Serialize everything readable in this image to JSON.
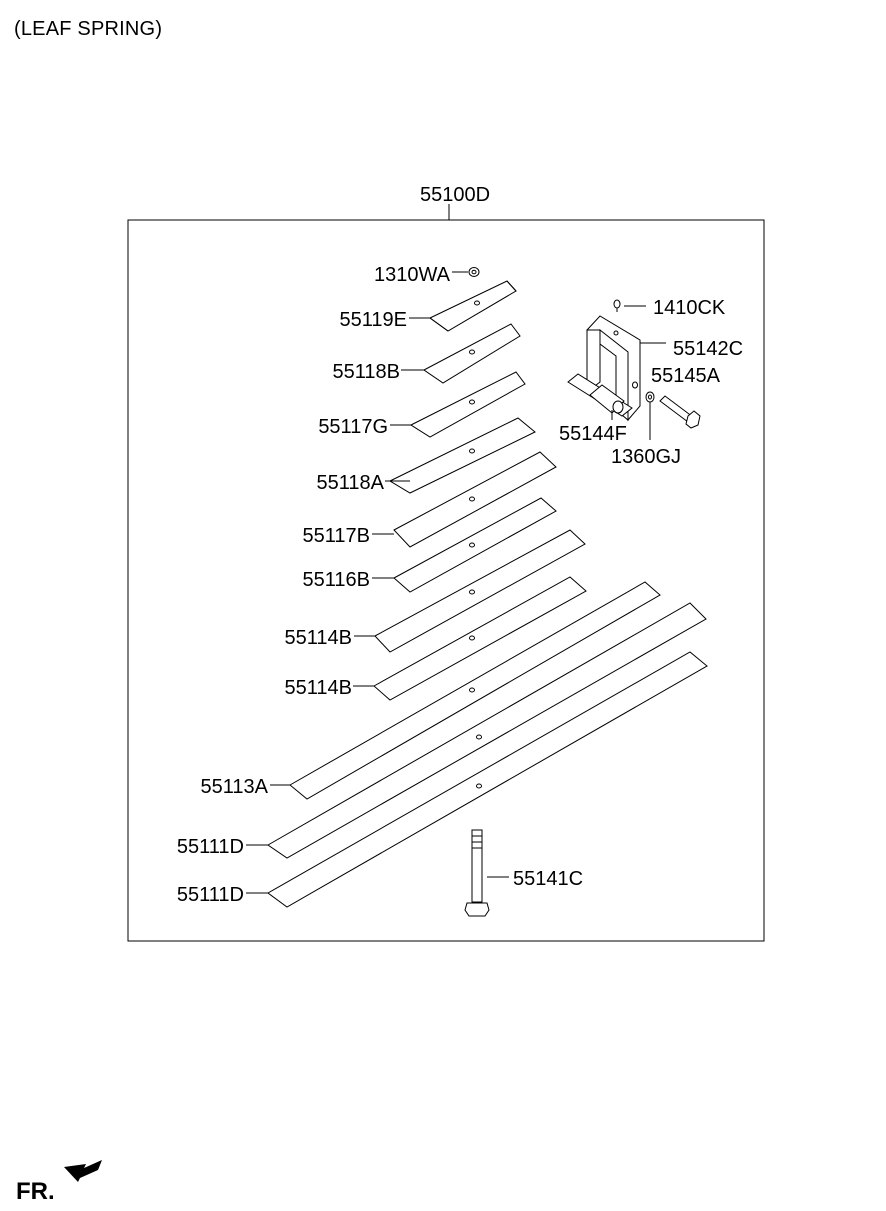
{
  "title": "(LEAF SPRING)",
  "assembly_label": "55100D",
  "direction_label": "FR.",
  "parts": [
    {
      "id": "1310WA"
    },
    {
      "id": "55119E"
    },
    {
      "id": "55118B"
    },
    {
      "id": "55117G"
    },
    {
      "id": "55118A"
    },
    {
      "id": "55117B"
    },
    {
      "id": "55116B"
    },
    {
      "id": "55114B"
    },
    {
      "id": "55114B"
    },
    {
      "id": "55113A"
    },
    {
      "id": "55111D"
    },
    {
      "id": "55111D"
    },
    {
      "id": "55141C"
    },
    {
      "id": "1410CK"
    },
    {
      "id": "55142C"
    },
    {
      "id": "55145A"
    },
    {
      "id": "55144F"
    },
    {
      "id": "1360GJ"
    }
  ],
  "icons": [
    "direction-arrow-icon"
  ]
}
